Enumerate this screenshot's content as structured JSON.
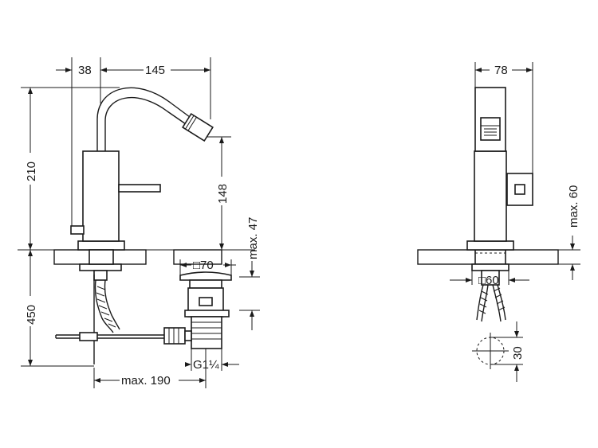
{
  "dimensions": {
    "offset": "38",
    "spout_reach": "145",
    "height": "210",
    "spout_height": "148",
    "below_deck": "450",
    "pop_up_height": "max. 47",
    "drain_size": "□70",
    "thread": "G1¼",
    "pull_rod": "max. 190",
    "body_width": "78",
    "lever_height": "max. 60",
    "base_size": "□60",
    "hole_diameter": "30"
  },
  "colors": {
    "line": "#1a1a1a",
    "background": "#ffffff"
  }
}
